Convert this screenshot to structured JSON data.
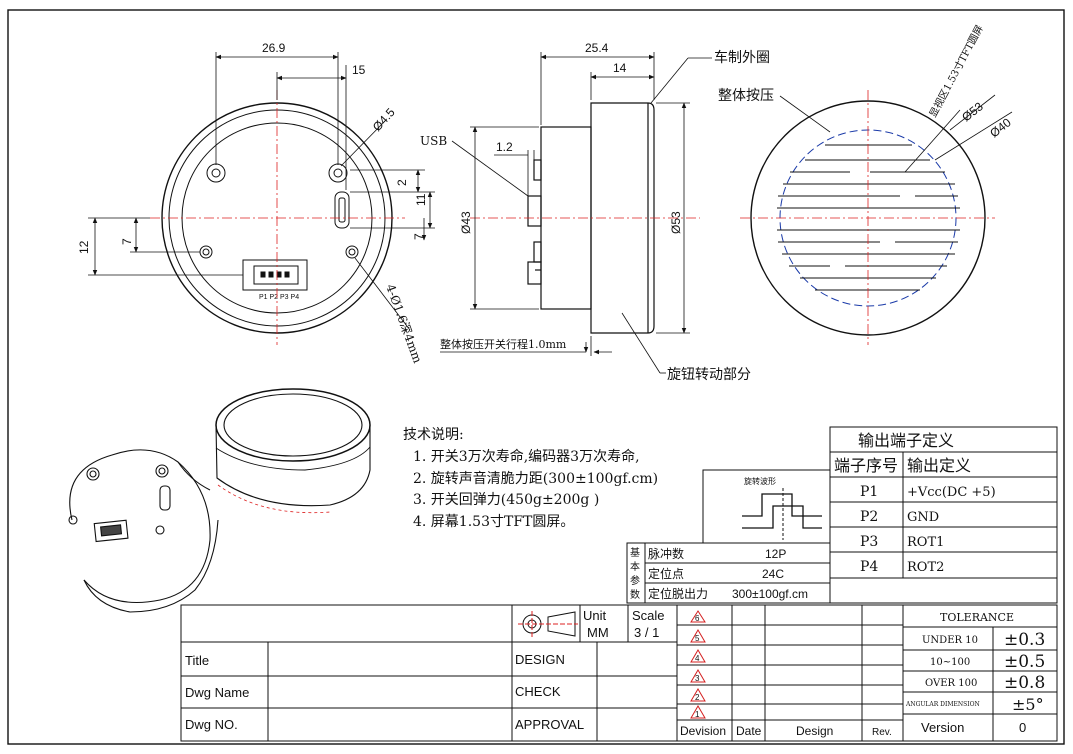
{
  "dimensions": {
    "front_width": "26.9",
    "front_hole_offset": "15",
    "front_hole_dia": "Ø4.5",
    "front_usb_gap": "2",
    "front_usb_height": "11",
    "front_usb_lower": "7",
    "front_left_12": "12",
    "front_left_7": "7",
    "front_holes_note": "4-Ø1.6深4mm",
    "side_total": "25.4",
    "side_knob": "14",
    "side_usb_gap": "1.2",
    "side_body_dia": "Ø43",
    "side_knob_dia": "Ø53",
    "top_outer_dia": "Ø53",
    "top_inner_dia": "Ø40"
  },
  "labels": {
    "usb": "USB",
    "outer_ring": "车制外圈",
    "press_whole": "整体按压",
    "press_travel": "整体按压开关行程1.0mm",
    "rotating_part": "旋钮转动部分",
    "display_area": "显视区1.53寸TFT圆屏",
    "pins": "P1 P2 P3 P4"
  },
  "tech_notes": {
    "title": "技术说明:",
    "items": [
      "1. 开关3万次寿命,编码器3万次寿命,",
      "2. 旋转声音清脆力距(300±100gf.cm)",
      "3. 开关回弹力(450g±200g )",
      "4. 屏幕1.53寸TFT圆屏。"
    ]
  },
  "waveform_label": "旋转波形",
  "basic_params": {
    "side_label": [
      "基",
      "本",
      "参",
      "数"
    ],
    "rows": [
      {
        "name": "脉冲数",
        "value": "12P"
      },
      {
        "name": "定位点",
        "value": "24C"
      },
      {
        "name": "定位脱出力",
        "value": "300±100gf.cm"
      }
    ]
  },
  "output_terminals": {
    "title": "输出端子定义",
    "header_no": "端子序号",
    "header_def": "输出定义",
    "rows": [
      {
        "pin": "P1",
        "def": "+Vcc(DC +5)"
      },
      {
        "pin": "P2",
        "def": "GND"
      },
      {
        "pin": "P3",
        "def": "ROT1"
      },
      {
        "pin": "P4",
        "def": "ROT2"
      }
    ]
  },
  "title_block": {
    "unit_label": "Unit",
    "unit_value": "MM",
    "scale_label": "Scale",
    "scale_value": "3 / 1",
    "rows": [
      "Title",
      "Dwg Name",
      "Dwg NO."
    ],
    "approvals": [
      "DESIGN",
      "CHECK",
      "APPROVAL"
    ],
    "revisions": [
      "6",
      "5",
      "4",
      "3",
      "2",
      "1"
    ],
    "rev_headers": [
      "Devision",
      "Date",
      "Design",
      "Rev."
    ]
  },
  "tolerance": {
    "title": "TOLERANCE",
    "rows": [
      {
        "label": "UNDER 10",
        "value": "±0.3"
      },
      {
        "label": "10~100",
        "value": "±0.5"
      },
      {
        "label": "OVER 100",
        "value": "±0.8"
      },
      {
        "label": "ANGULAR DIMENSION",
        "value": "±5°"
      }
    ],
    "version_label": "Version",
    "version_value": "0"
  },
  "colors": {
    "line": "#111111",
    "centerline": "#dd2020",
    "dim_blue": "#1a3aa8",
    "warn_red": "#d42020"
  }
}
